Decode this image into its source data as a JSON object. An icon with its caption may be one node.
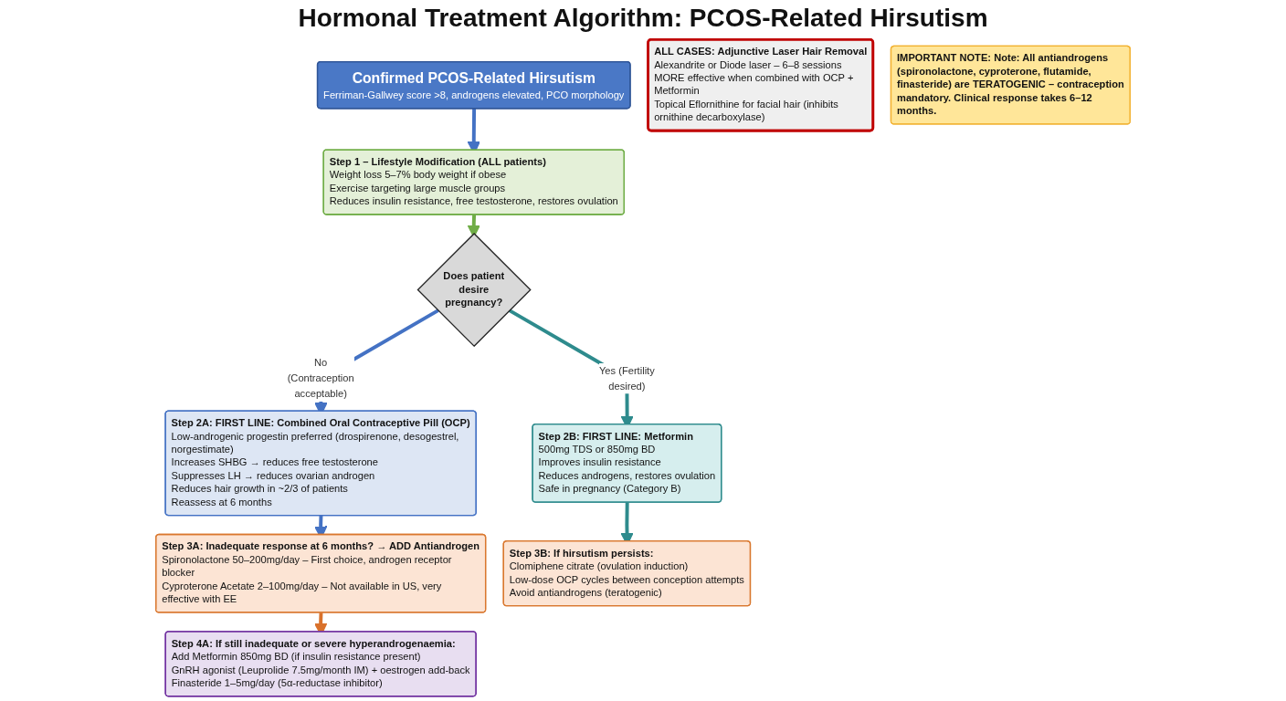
{
  "diagram": {
    "title": "Hormonal Treatment Algorithm: PCOS-Related Hirsutism",
    "nodes": [
      {
        "text": [
          "Confirmed PCOS-Related Hirsutism",
          "Ferriman-Gallwey score >8, androgens elevated, PCO morphology"
        ]
      },
      {
        "text": [
          "Step 1 – Lifestyle Modification (ALL patients)",
          "Weight loss 5–7% body weight if obese",
          "Exercise targeting large muscle groups",
          "Reduces insulin resistance, free testosterone, restores ovulation"
        ]
      },
      {
        "text": [
          "Does patient desire pregnancy?"
        ]
      },
      {
        "text": [
          "Step 2A: FIRST LINE: Combined Oral Contraceptive Pill (OCP)",
          "Low-androgenic progestin preferred (drospirenone, desogestrel, norgestimate)",
          "Increases SHBG → reduces free testosterone",
          "Suppresses LH → reduces ovarian androgen",
          "Reduces hair growth in ~2/3 of patients",
          "Reassess at 6 months"
        ]
      },
      {
        "text": [
          "Step 2B: FIRST LINE: Metformin",
          "500mg TDS or 850mg BD",
          "Improves insulin resistance",
          "Reduces androgens, restores ovulation",
          "Safe in pregnancy (Category B)"
        ]
      },
      {
        "text": [
          "Step 3B: If hirsutism persists:",
          "Clomiphene citrate (ovulation induction)",
          "Low-dose OCP cycles between conception attempts",
          "Avoid antiandrogens (teratogenic)"
        ]
      },
      {
        "text": [
          "Step 3A: Inadequate response at 6 months? → ADD Antiandrogen",
          "Spironolactone 50–200mg/day – First choice, androgen receptor blocker",
          "Cyproterone Acetate 2–100mg/day – Not available in US, very effective with EE"
        ]
      },
      {
        "text": [
          "Step 4A: If still inadequate or severe hyperandrogenaemia:",
          "Add Metformin 850mg BD (if insulin resistance present)",
          "GnRH agonist (Leuprolide 7.5mg/month IM) + oestrogen add-back",
          "Finasteride 1–5mg/day (5α-reductase inhibitor)"
        ]
      },
      {
        "text": [
          "ALL CASES: Adjunctive Laser Hair Removal",
          "Alexandrite or Diode laser – 6–8 sessions",
          "MORE effective when combined with OCP + Metformin",
          "Topical Eflornithine for facial hair (inhibits ornithine decarboxylase)"
        ]
      },
      {
        "text": [
          "IMPORTANT NOTE: Note: All antiandrogens (spironolactone, cyproterone, flutamide, finasteride) are TERATOGENIC – contraception mandatory. Clinical response takes 6–12 months."
        ]
      }
    ],
    "edges": [
      {
        "from": 0,
        "to": 1,
        "arrow": "to"
      },
      {
        "from": 1,
        "to": 2,
        "arrow": "to",
        "color": "#70ad47"
      },
      {
        "from": 2,
        "to": 3,
        "arrow": "to",
        "label": "No (Contraception acceptable)"
      },
      {
        "from": 2,
        "to": 4,
        "arrow": "to",
        "color": "#2e8b8d",
        "label": "Yes (Fertility desired)"
      },
      {
        "from": 3,
        "to": 6,
        "arrow": "to"
      },
      {
        "from": 6,
        "to": 7,
        "arrow": "to",
        "color": "#d9712b"
      },
      {
        "from": 4,
        "to": 5,
        "arrow": "to",
        "color": "#2e8b8d"
      }
    ]
  }
}
